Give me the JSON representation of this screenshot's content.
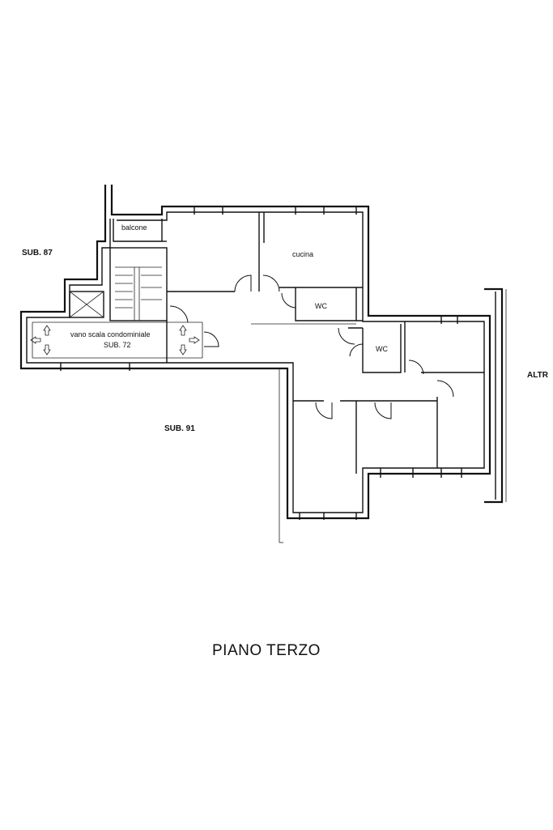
{
  "labels": {
    "balcone": "balcone",
    "cucina": "cucina",
    "wc_1": "WC",
    "wc_2": "WC",
    "stair": "vano scala condominiale",
    "sub_72": "SUB. 72",
    "sub_87": "SUB. 87",
    "sub_91": "SUB. 91",
    "altr": "ALTR",
    "title": "PIANO TERZO"
  }
}
